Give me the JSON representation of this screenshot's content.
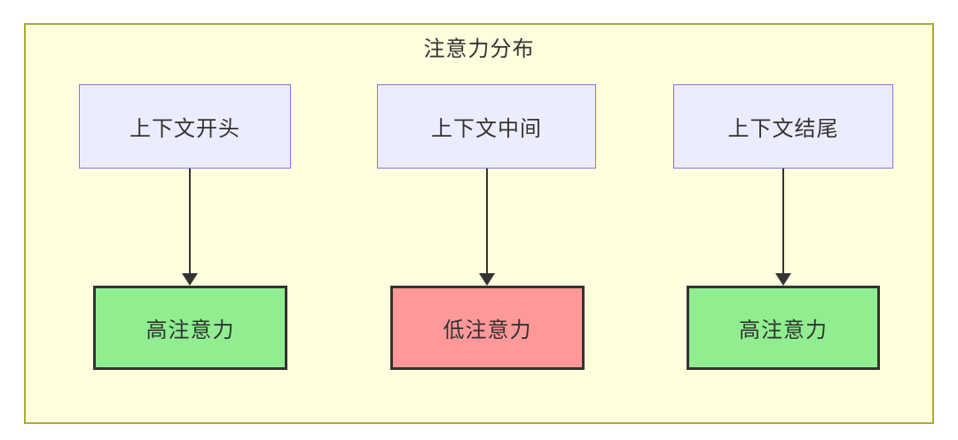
{
  "diagram": {
    "title": "注意力分布",
    "columns": [
      {
        "source": {
          "label": "上下文开头"
        },
        "target": {
          "label": "高注意力",
          "level": "high"
        }
      },
      {
        "source": {
          "label": "上下文中间"
        },
        "target": {
          "label": "低注意力",
          "level": "low"
        }
      },
      {
        "source": {
          "label": "上下文结尾"
        },
        "target": {
          "label": "高注意力",
          "level": "high"
        }
      }
    ],
    "colors": {
      "canvas_bg": "#ffffff",
      "container_bg": "#ffffde",
      "container_border": "#aaaa33",
      "source_node_bg": "#ececff",
      "source_node_border": "#9370db",
      "high_attention_bg": "#90ee90",
      "low_attention_bg": "#ff9999",
      "target_node_border": "#333333",
      "edge_color": "#333333",
      "text_color": "#333333"
    }
  }
}
